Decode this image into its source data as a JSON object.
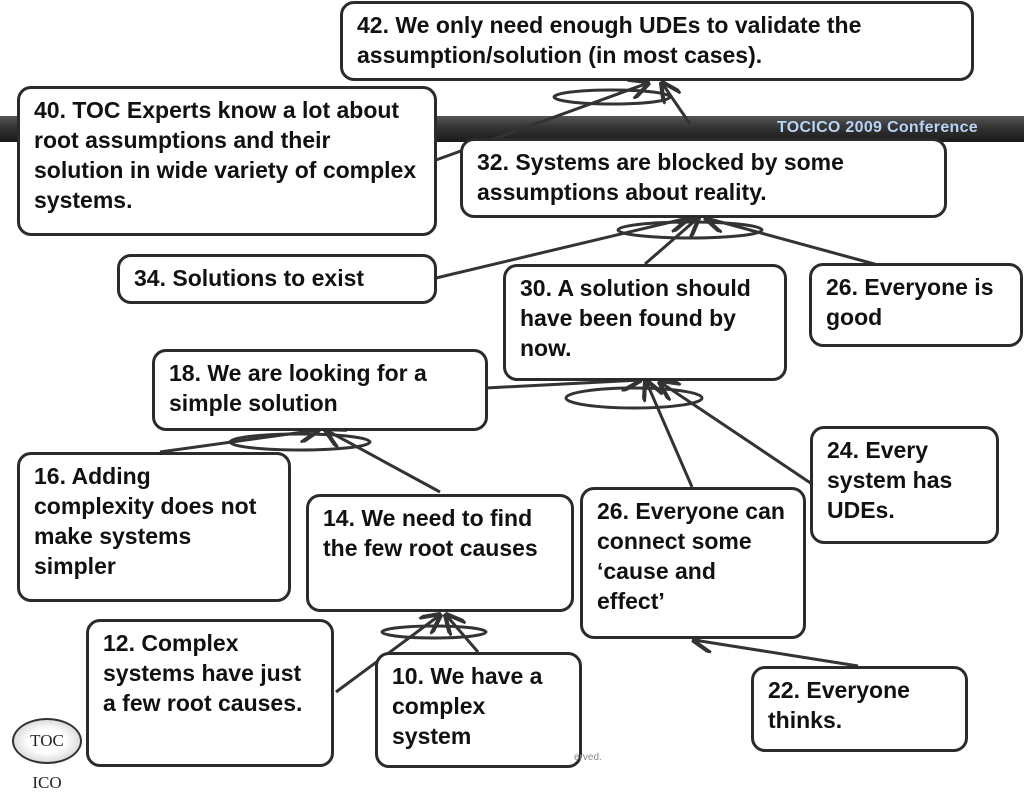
{
  "conference": "TOCICO 2009 Conference",
  "logo_text": "TOC ICO",
  "footer": "erved.",
  "nodes": {
    "n42": "42. We only need enough UDEs to validate the assumption/solution (in most cases).",
    "n40": "40. TOC Experts know a lot about root assumptions and their solution in wide variety of complex systems.",
    "n32": "32.  Systems are blocked by some assumptions about reality.",
    "n34": "34. Solutions to exist",
    "n30": "30.  A solution should have been found by now.",
    "n26a": "26. Everyone is good",
    "n18": "18. We are looking for a simple solution",
    "n24": "24. Every system has UDEs.",
    "n16": "16.  Adding complexity does not make systems simpler",
    "n14": "14. We need to find the few root causes",
    "n26b": "26. Everyone can connect some ‘cause and effect’",
    "n12": "12. Complex systems have just a few root causes.",
    "n10": "10. We have a complex system",
    "n22": "22. Everyone thinks."
  },
  "colors": {
    "border": "#2b2b2b",
    "arrow": "#333333",
    "band_text": "#b9d3f5"
  }
}
